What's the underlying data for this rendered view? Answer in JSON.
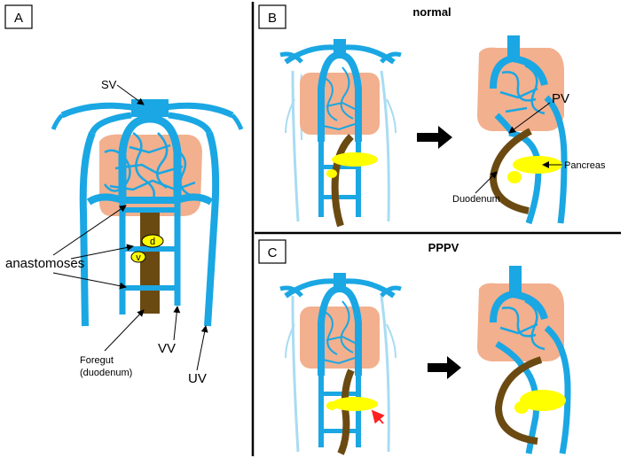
{
  "panels": {
    "a": {
      "letter": "A",
      "sv": "SV",
      "anastomoses": "anastomoses",
      "d": "d",
      "v": "v",
      "foregut_1": "Foregut",
      "foregut_2": "(duodenum)",
      "vv": "VV",
      "uv": "UV"
    },
    "b": {
      "letter": "B",
      "title": "normal",
      "pv": "PV",
      "pancreas": "Pancreas",
      "duodenum": "Duodenum"
    },
    "c": {
      "letter": "C",
      "title": "PPPV"
    }
  },
  "colors": {
    "vein": "#1aa7e3",
    "vein_faint": "#a9dcf2",
    "liver": "#f2b08e",
    "duodenum": "#6b4a12",
    "pancreas": "#ffff00",
    "arrow_red": "#ff2020",
    "arrow_black": "#000000"
  }
}
